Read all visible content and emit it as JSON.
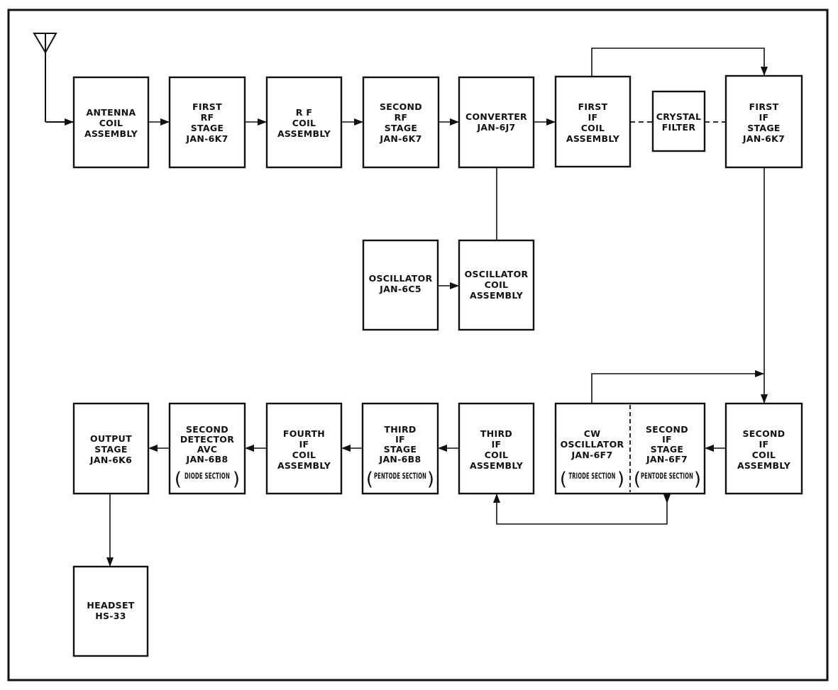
{
  "blocks": {
    "antenna_coil": [
      "ANTENNA",
      "COIL",
      "ASSEMBLY"
    ],
    "first_rf_stage": [
      "FIRST",
      "RF",
      "STAGE",
      "JAN-6K7"
    ],
    "rf_coil": [
      "R F",
      "COIL",
      "ASSEMBLY"
    ],
    "second_rf_stage": [
      "SECOND",
      "RF",
      "STAGE",
      "JAN-6K7"
    ],
    "converter": [
      "CONVERTER",
      "JAN-6J7"
    ],
    "first_if_coil": [
      "FIRST",
      "IF",
      "COIL",
      "ASSEMBLY"
    ],
    "crystal_filter": [
      "CRYSTAL",
      "FILTER"
    ],
    "first_if_stage": [
      "FIRST",
      "IF",
      "STAGE",
      "JAN-6K7"
    ],
    "oscillator": [
      "OSCILLATOR",
      "JAN-6C5"
    ],
    "oscillator_coil": [
      "OSCILLATOR",
      "COIL",
      "ASSEMBLY"
    ],
    "output_stage": [
      "OUTPUT",
      "STAGE",
      "JAN-6K6"
    ],
    "second_detector": [
      "SECOND",
      "DETECTOR",
      "AVC",
      "JAN-6B8"
    ],
    "second_detector_section": "DIODE SECTION",
    "fourth_if_coil": [
      "FOURTH",
      "IF",
      "COIL",
      "ASSEMBLY"
    ],
    "third_if_stage": [
      "THIRD",
      "IF",
      "STAGE",
      "JAN-6B8"
    ],
    "third_if_stage_section": "PENTODE SECTION",
    "third_if_coil": [
      "THIRD",
      "IF",
      "COIL",
      "ASSEMBLY"
    ],
    "cw_oscillator": [
      "CW",
      "OSCILLATOR",
      "JAN-6F7"
    ],
    "cw_oscillator_section": "TRIODE SECTION",
    "second_if_stage": [
      "SECOND",
      "IF",
      "STAGE",
      "JAN-6F7"
    ],
    "second_if_stage_section": "PENTODE SECTION",
    "second_if_coil": [
      "SECOND",
      "IF",
      "COIL",
      "ASSEMBLY"
    ],
    "headset": [
      "HEADSET",
      "HS-33"
    ]
  }
}
